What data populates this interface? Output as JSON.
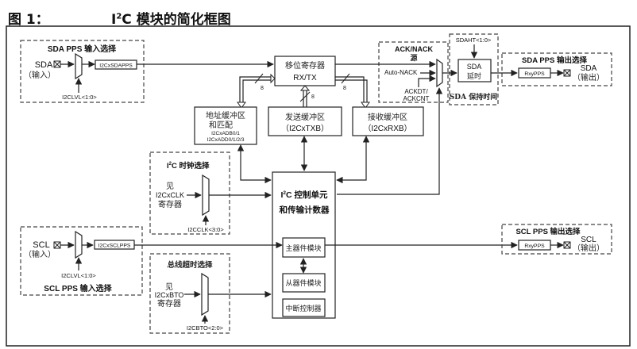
{
  "figure": {
    "label": "图 1：",
    "title_prefix": "I",
    "title_sup": "2",
    "title_rest": "C 模块的简化框图"
  },
  "sda_input_group": {
    "title": "SDA PPS 输入选择",
    "pin_label": "SDA",
    "pin_sub": "（输入）",
    "register": "I2CxSDAPPS",
    "select": "I2CLVL<1:0>"
  },
  "scl_input_group": {
    "title": "SCL PPS 输入选择",
    "pin_label": "SCL",
    "pin_sub": "（输入）",
    "register": "I2CxSCLPPS",
    "select": "I2CLVL<1:0>"
  },
  "shift_register": {
    "line1": "移位寄存器",
    "line2": "RX/TX"
  },
  "bus_width": "8",
  "address_buffer": {
    "line1": "地址缓冲区",
    "line2": "和匹配",
    "line3": "I2CxADB0/1",
    "line4": "I2CxADD0/1/2/3"
  },
  "tx_buffer": {
    "line1": "发送缓冲区",
    "line2": "（I2CxTXB）"
  },
  "rx_buffer": {
    "line1": "接收缓冲区",
    "line2": "（I2CxRXB）"
  },
  "ack_group": {
    "title_line1": "ACK/NACK",
    "title_line2": "源",
    "auto_nack": "Auto-NACK",
    "ackdt_line1": "ACKDT/",
    "ackdt_line2": "ACKCNT"
  },
  "sda_hold_group": {
    "title": "SDA 保持时间",
    "select": "SDAHT<1:0>",
    "box_line1": "SDA",
    "box_line2": "延时"
  },
  "sda_output_group": {
    "title": "SDA PPS 输出选择",
    "register": "RxyPPS",
    "pin_label": "SDA",
    "pin_sub": "（输出）"
  },
  "scl_output_group": {
    "title": "SCL PPS 输出选择",
    "register": "RxyPPS",
    "pin_label": "SCL",
    "pin_sub": "（输出）"
  },
  "clock_group": {
    "title_prefix": "I",
    "title_sup": "2",
    "title_rest": "C 时钟选择",
    "see": "见",
    "register": "I2CxCLK",
    "reg_suffix": "寄存器",
    "select": "I2CCLK<3:0>"
  },
  "timeout_group": {
    "title": "总线超时选择",
    "see": "见",
    "register": "I2CxBTO",
    "reg_suffix": "寄存器",
    "select": "I2CBTO<2:0>"
  },
  "control_unit": {
    "title_prefix": "I",
    "title_sup": "2",
    "title_rest": "C 控制单元",
    "line2": "和传输计数器",
    "master": "主器件模块",
    "slave": "从器件模块",
    "interrupt": "中断控制器"
  }
}
